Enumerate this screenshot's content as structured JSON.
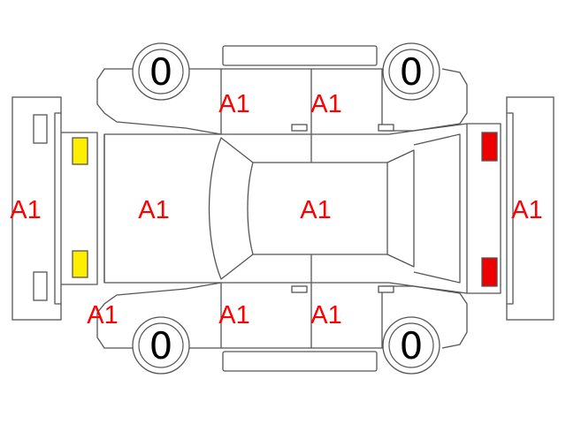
{
  "colors": {
    "outline": "#555555",
    "grade_text": "#ff0000",
    "front_lamp": "#ffee00",
    "rear_lamp": "#ee0000"
  },
  "tires": {
    "front_top": "0",
    "rear_top": "0",
    "front_bottom": "0",
    "rear_bottom": "0"
  },
  "grades": {
    "front_bumper": "A1",
    "hood": "A1",
    "roof": "A1",
    "rear_bumper": "A1",
    "front_door_top": "A1",
    "rear_door_top": "A1",
    "front_fender_bottom": "A1",
    "front_door_bottom": "A1",
    "rear_door_bottom": "A1"
  }
}
